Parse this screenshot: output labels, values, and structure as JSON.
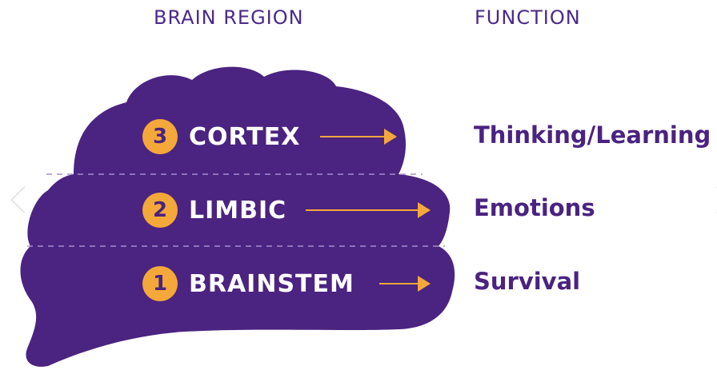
{
  "headers": {
    "region": "BRAIN REGION",
    "function": "FUNCTION"
  },
  "rows": [
    {
      "number": "3",
      "region": "CORTEX",
      "function": "Thinking/Learning"
    },
    {
      "number": "2",
      "region": "LIMBIC",
      "function": "Emotions"
    },
    {
      "number": "1",
      "region": "BRAINSTEM",
      "function": "Survival"
    }
  ],
  "colors": {
    "brain": "#4b2380",
    "accent": "#f4a83a",
    "text_dark": "#4a2380",
    "divider": "#a58fcb"
  },
  "icons": {
    "prev": "chevron-left-icon",
    "next": "chevron-right-icon",
    "arrow": "arrow-right-icon"
  }
}
